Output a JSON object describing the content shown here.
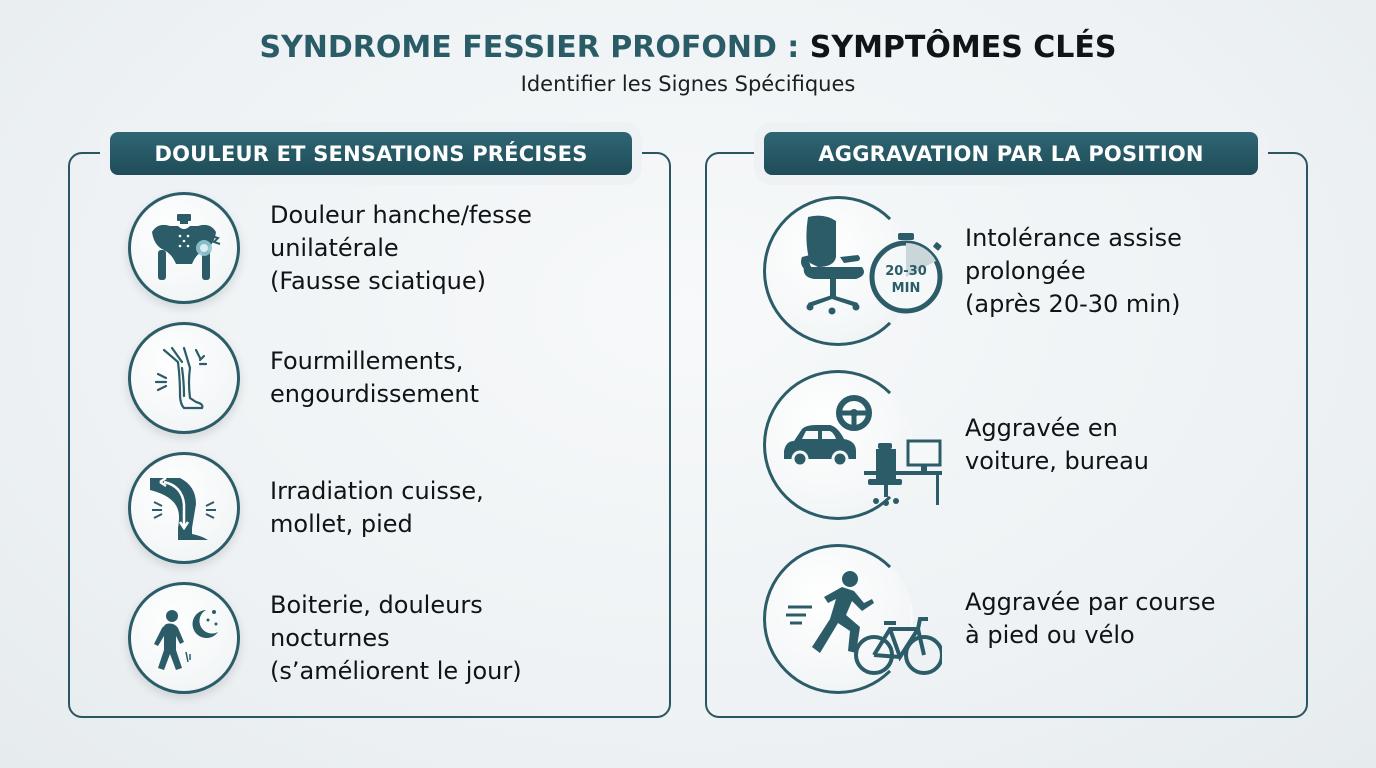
{
  "header": {
    "title_part1": "SYNDROME FESSIER PROFOND :",
    "title_part2": "SYMPTÔMES CLÉS",
    "subtitle": "Identifier les Signes Spécifiques"
  },
  "colors": {
    "accent": "#2a5c68",
    "panel_header": "#24535f",
    "text": "#111417",
    "background": "#eef2f4"
  },
  "panels": [
    {
      "title": "DOULEUR ET SENSATIONS PRÉCISES",
      "items": [
        {
          "icon": "pelvis-hip-pain-icon",
          "lines": [
            "Douleur hanche/fesse",
            "unilatérale",
            "(Fausse sciatique)"
          ]
        },
        {
          "icon": "leg-tingling-icon",
          "lines": [
            "Fourmillements,",
            "engourdissement"
          ]
        },
        {
          "icon": "leg-radiation-arrows-icon",
          "lines": [
            "Irradiation cuisse,",
            "mollet, pied"
          ]
        },
        {
          "icon": "limping-night-moon-icon",
          "lines": [
            "Boiterie, douleurs",
            "nocturnes",
            "(s’améliorent le jour)"
          ]
        }
      ]
    },
    {
      "title": "AGGRAVATION PAR LA POSITION",
      "items": [
        {
          "icon": "office-chair-stopwatch-icon",
          "icon_label": [
            "20-30",
            "MIN"
          ],
          "lines": [
            "Intolérance assise",
            "prolongée",
            "(après 20-30 min)"
          ]
        },
        {
          "icon": "car-steering-desk-icon",
          "lines": [
            "Aggravée en",
            "voiture, bureau"
          ]
        },
        {
          "icon": "runner-bicycle-icon",
          "lines": [
            "Aggravée par course",
            "à pied ou vélo"
          ]
        }
      ]
    }
  ]
}
